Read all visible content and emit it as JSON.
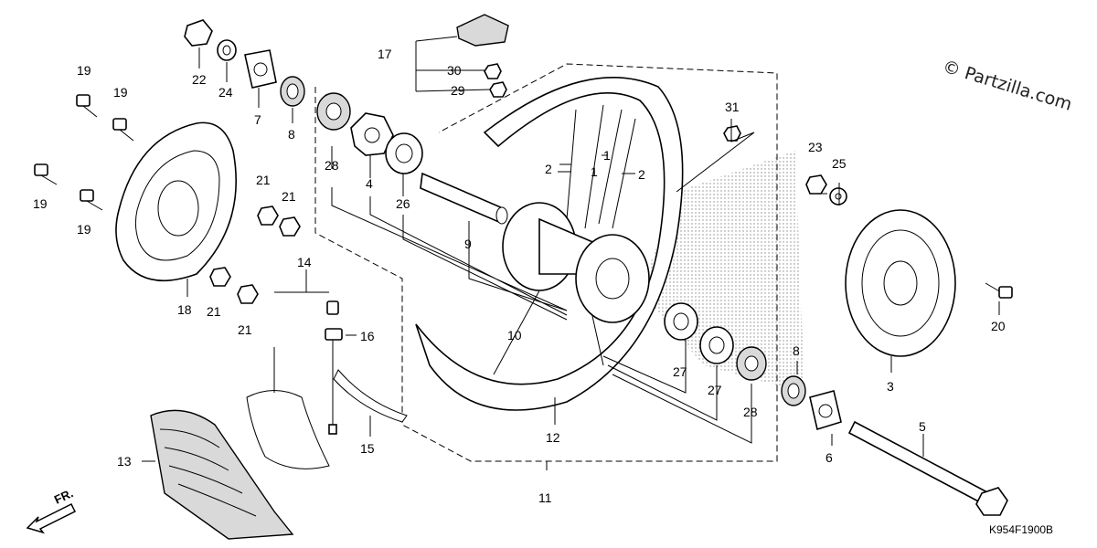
{
  "watermark": "© Partzilla.com",
  "diagram_code": "K954F1900B",
  "direction_label": "FR.",
  "callouts": [
    {
      "id": "c1a",
      "text": "1"
    },
    {
      "id": "c1b",
      "text": "1"
    },
    {
      "id": "c2a",
      "text": "2"
    },
    {
      "id": "c2b",
      "text": "2"
    },
    {
      "id": "c3",
      "text": "3"
    },
    {
      "id": "c4",
      "text": "4"
    },
    {
      "id": "c5",
      "text": "5"
    },
    {
      "id": "c6",
      "text": "6"
    },
    {
      "id": "c7",
      "text": "7"
    },
    {
      "id": "c8a",
      "text": "8"
    },
    {
      "id": "c8b",
      "text": "8"
    },
    {
      "id": "c9",
      "text": "9"
    },
    {
      "id": "c10",
      "text": "10"
    },
    {
      "id": "c11",
      "text": "11"
    },
    {
      "id": "c12",
      "text": "12"
    },
    {
      "id": "c13",
      "text": "13"
    },
    {
      "id": "c14",
      "text": "14"
    },
    {
      "id": "c15",
      "text": "15"
    },
    {
      "id": "c16",
      "text": "16"
    },
    {
      "id": "c17",
      "text": "17"
    },
    {
      "id": "c18",
      "text": "18"
    },
    {
      "id": "c19a",
      "text": "19"
    },
    {
      "id": "c19b",
      "text": "19"
    },
    {
      "id": "c19c",
      "text": "19"
    },
    {
      "id": "c19d",
      "text": "19"
    },
    {
      "id": "c20",
      "text": "20"
    },
    {
      "id": "c21a",
      "text": "21"
    },
    {
      "id": "c21b",
      "text": "21"
    },
    {
      "id": "c21c",
      "text": "21"
    },
    {
      "id": "c21d",
      "text": "21"
    },
    {
      "id": "c22",
      "text": "22"
    },
    {
      "id": "c23",
      "text": "23"
    },
    {
      "id": "c24",
      "text": "24"
    },
    {
      "id": "c25",
      "text": "25"
    },
    {
      "id": "c26",
      "text": "26"
    },
    {
      "id": "c27a",
      "text": "27"
    },
    {
      "id": "c27b",
      "text": "27"
    },
    {
      "id": "c28a",
      "text": "28"
    },
    {
      "id": "c28b",
      "text": "28"
    },
    {
      "id": "c29",
      "text": "29"
    },
    {
      "id": "c30",
      "text": "30"
    },
    {
      "id": "c31",
      "text": "31"
    }
  ]
}
